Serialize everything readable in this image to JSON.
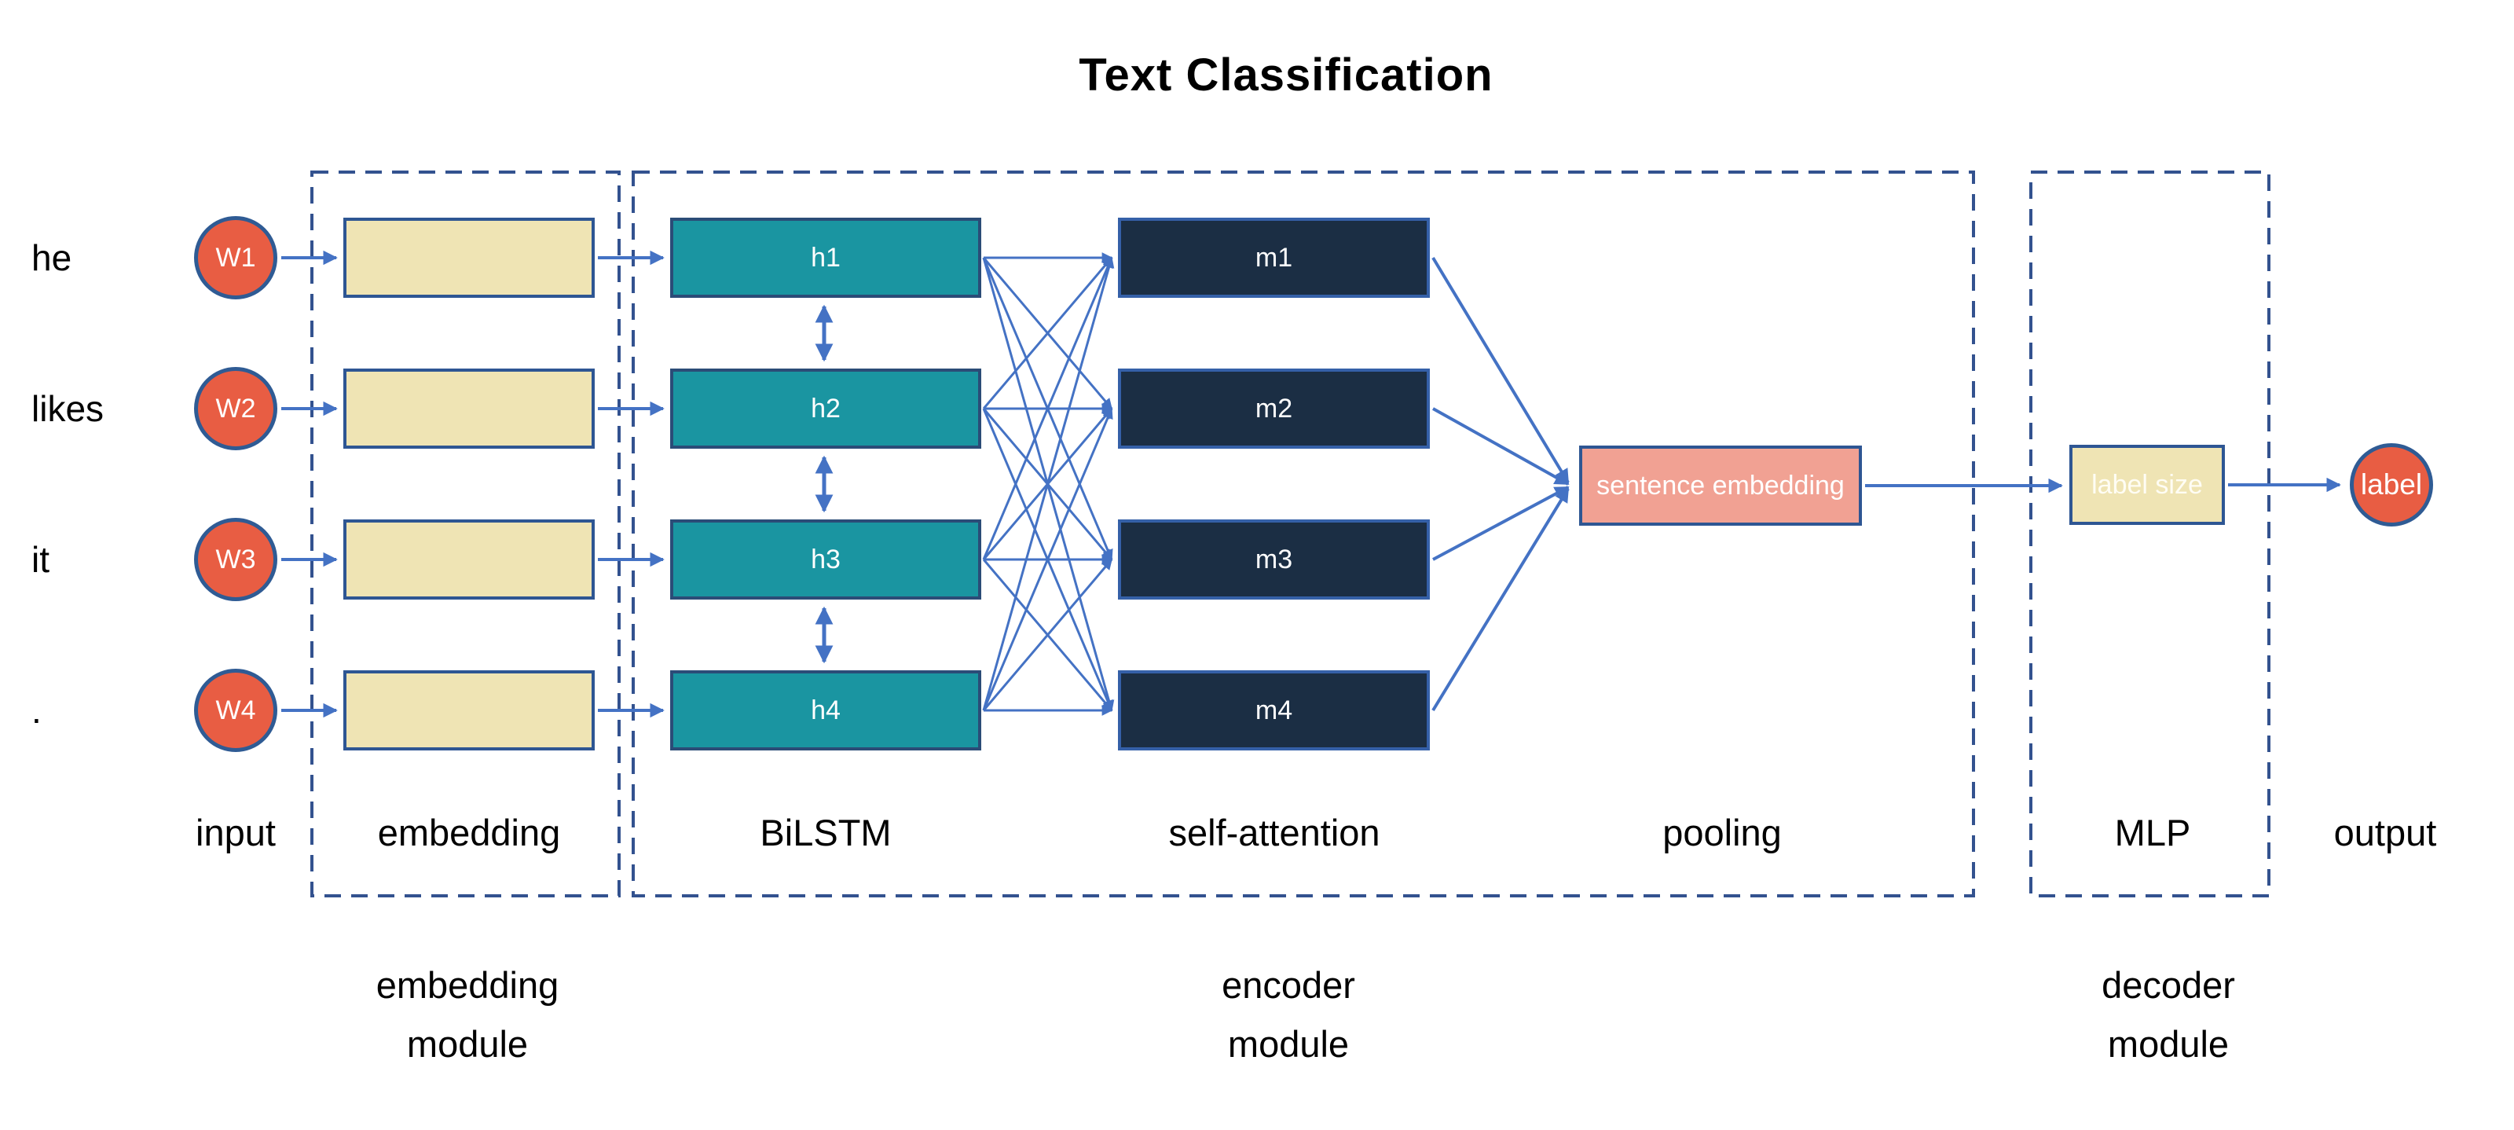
{
  "title": "Text Classification",
  "input": {
    "words": [
      "he",
      "likes",
      "it",
      "."
    ],
    "tokens": [
      "W1",
      "W2",
      "W3",
      "W4"
    ]
  },
  "bilstm": {
    "units": [
      "h1",
      "h2",
      "h3",
      "h4"
    ]
  },
  "attention": {
    "units": [
      "m1",
      "m2",
      "m3",
      "m4"
    ]
  },
  "pooling": {
    "label": "sentence embedding"
  },
  "decoder": {
    "mlp_box_label": "label size",
    "output_label": "label"
  },
  "stages": {
    "input": "input",
    "embedding": "embedding",
    "bilstm": "BiLSTM",
    "attention": "self-attention",
    "pooling": "pooling",
    "mlp": "MLP",
    "output": "output"
  },
  "modules": {
    "embedding": "embedding\nmodule",
    "encoder": "encoder\nmodule",
    "decoder": "decoder\nmodule"
  },
  "colors": {
    "token_fill": "#e85d43",
    "token_border": "#2f5b94",
    "embedding_fill": "#efe4b4",
    "bilstm_fill": "#1a95a1",
    "attention_fill": "#1b2e44",
    "pooling_fill": "#f1a193",
    "arrow": "#4472c4",
    "module_dash": "#33528f"
  }
}
